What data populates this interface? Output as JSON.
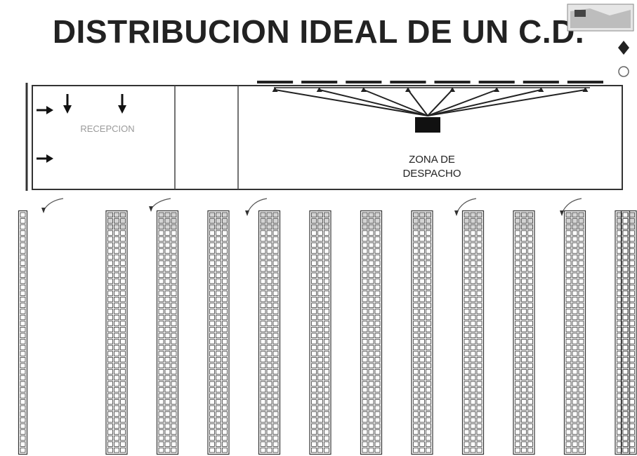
{
  "title": "DISTRIBUCION IDEAL DE UN C.D.",
  "zones": {
    "receiving": "RECEPCION",
    "dispatch_line1": "ZONA DE",
    "dispatch_line2": "DESPACHO"
  },
  "colors": {
    "line": "#222222",
    "rack_cell": "#ffffff",
    "rack_cell_shaded": "#d4d4d4",
    "dock_block": "#111111"
  },
  "racks": {
    "columns": 13,
    "shaded_top_rows": 3
  },
  "dispatch_doors": 8
}
